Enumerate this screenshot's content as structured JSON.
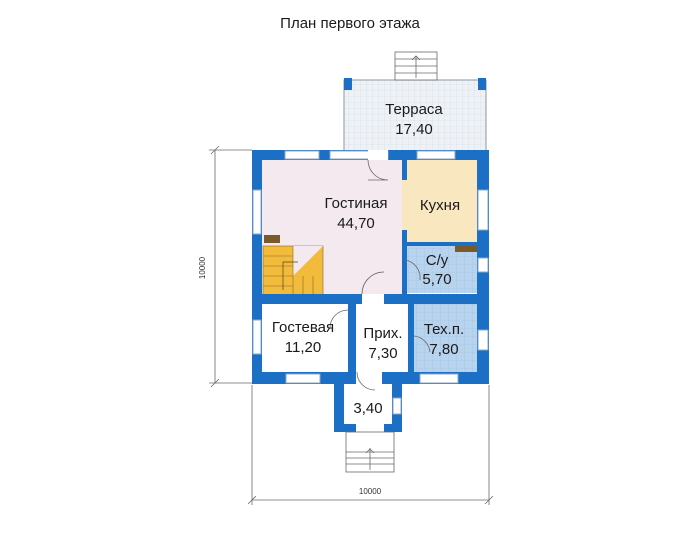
{
  "title": "План первого этажа",
  "rooms": {
    "terrace": {
      "name": "Терраса",
      "area": "17,40"
    },
    "living": {
      "name": "Гостиная",
      "area": "44,70"
    },
    "kitchen": {
      "name": "Кухня",
      "area": ""
    },
    "bath": {
      "name": "С/у",
      "area": "5,70"
    },
    "guest": {
      "name": "Гостевая",
      "area": "11,20"
    },
    "hall": {
      "name": "Прих.",
      "area": "7,30"
    },
    "tech": {
      "name": "Тех.п.",
      "area": "7,80"
    },
    "vestibule": {
      "name": "",
      "area": "3,40"
    }
  },
  "dimensions": {
    "height": "10000",
    "width": "10000"
  },
  "colors": {
    "wall": "#1b6fc4",
    "living_floor": "#f3e9ee",
    "kitchen_floor": "#f9e8bf",
    "wet_floor": "#b8d3ee",
    "stair": "#f2bb3c",
    "terrace_floor": "#e9eef3"
  }
}
